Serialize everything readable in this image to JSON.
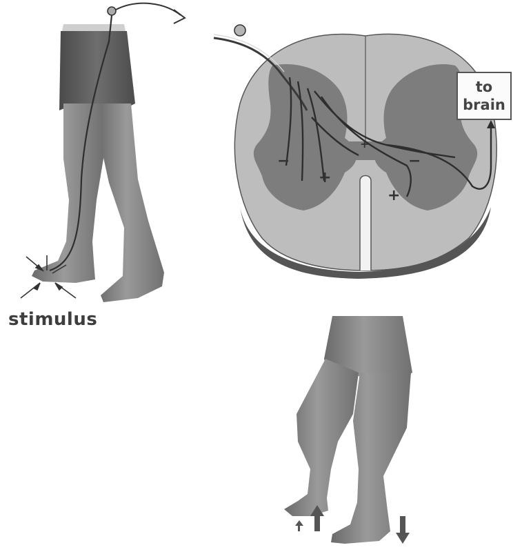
{
  "labels": {
    "stimulus": "stimulus",
    "to_brain_line1": "to",
    "to_brain_line2": "brain"
  },
  "markers": {
    "minus": "−",
    "plus": "+"
  },
  "colors": {
    "white_matter": "#bdbdbd",
    "grey_matter": "#7d7d7d",
    "skin": "#8a8a8a",
    "nerve": "#3a3a3a",
    "text": "#3e3e3e"
  }
}
